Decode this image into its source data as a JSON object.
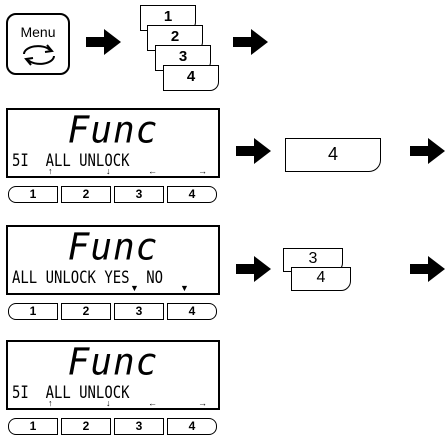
{
  "menu_key": {
    "label": "Menu",
    "icon": "cycle-arrows-icon"
  },
  "card_stack": [
    "1",
    "2",
    "3",
    "4"
  ],
  "step1": {
    "title": "Func",
    "row": "5I  ALL UNLOCK",
    "keys": [
      "1",
      "2",
      "3",
      "4"
    ],
    "result_card": "4"
  },
  "step2": {
    "title": "Func",
    "row": "ALL UNLOCK YES  NO",
    "keys": [
      "1",
      "2",
      "3",
      "4"
    ],
    "result_cards": [
      "3",
      "4"
    ]
  },
  "step3": {
    "title": "Func",
    "row": "5I  ALL UNLOCK",
    "keys": [
      "1",
      "2",
      "3",
      "4"
    ]
  }
}
